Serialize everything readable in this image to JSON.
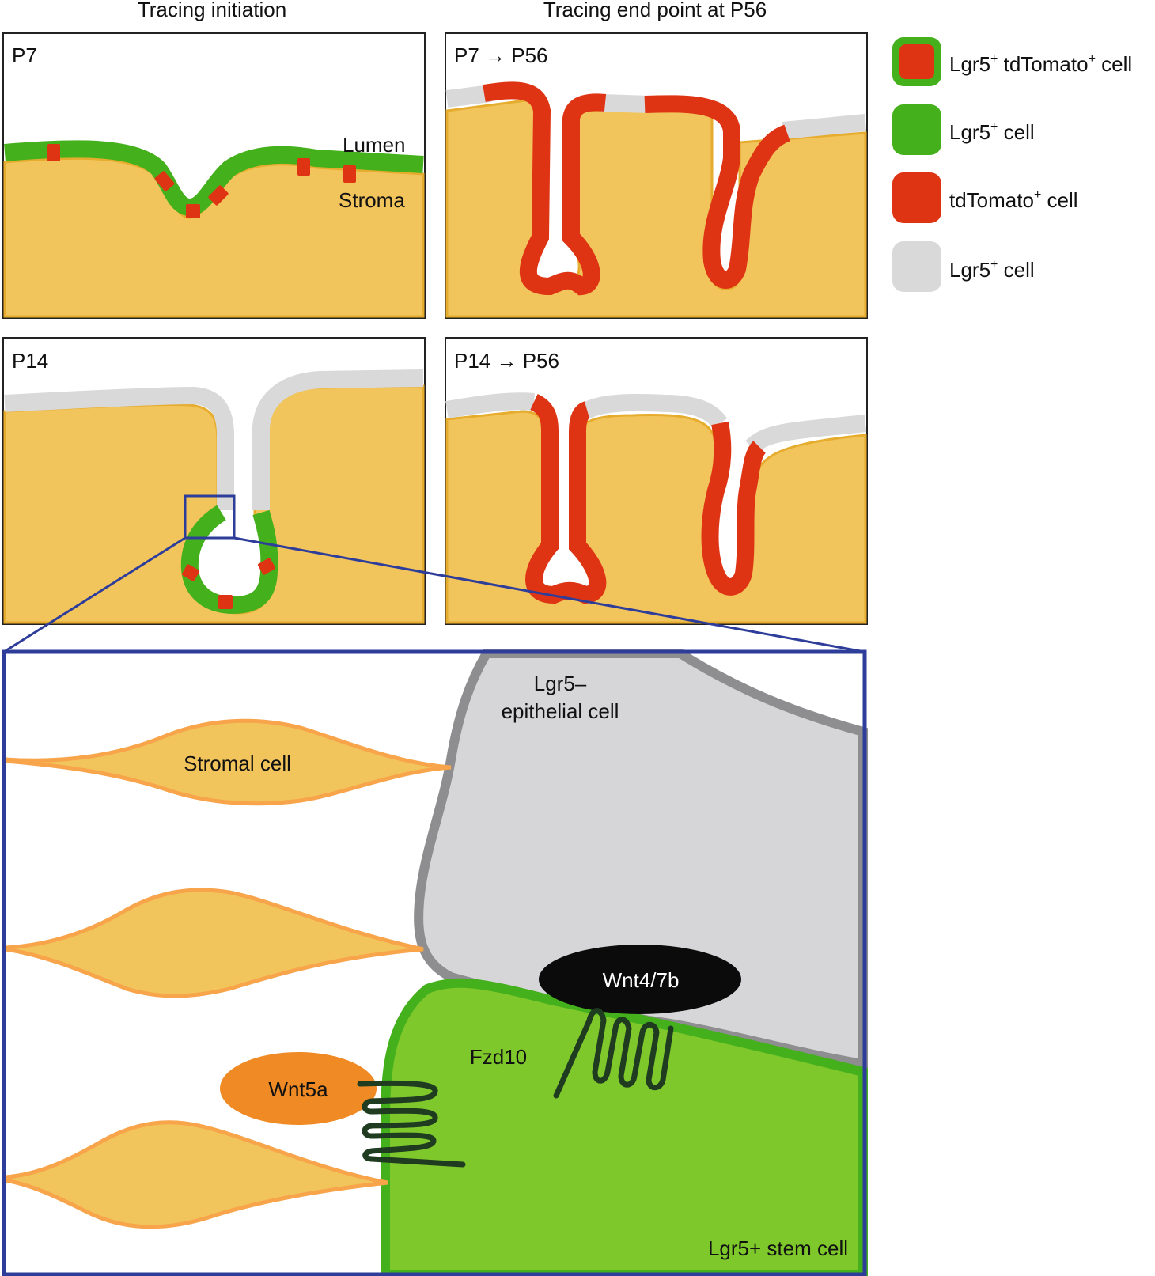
{
  "headers": {
    "left": "Tracing initiation",
    "right": "Tracing end point at P56"
  },
  "panels": {
    "p7": {
      "label": "P7",
      "lumen": "Lumen",
      "stroma": "Stroma"
    },
    "p7_p56": {
      "label": "P7 → P56"
    },
    "p14": {
      "label": "P14"
    },
    "p14_p56": {
      "label": "P14 → P56"
    }
  },
  "legend": [
    {
      "swatch": "green-red",
      "main": "Lgr5",
      "sup1": "+",
      "mid": " tdTomato",
      "sup2": "+",
      "tail": " cell"
    },
    {
      "swatch": "green",
      "main": "Lgr5",
      "sup1": "+",
      "tail": " cell"
    },
    {
      "swatch": "red",
      "main": "tdTomato",
      "sup1": "+",
      "tail": " cell"
    },
    {
      "swatch": "gray",
      "main": "Lgr5",
      "sup1": "+",
      "tail": " cell"
    }
  ],
  "zoom": {
    "epithelial_line1": "Lgr5–",
    "epithelial_line2": "epithelial cell",
    "stromal_cell": "Stromal cell",
    "wnt4_7b": "Wnt4/7b",
    "wnt5a": "Wnt5a",
    "fzd10": "Fzd10",
    "stem_cell": "Lgr5+ stem cell"
  },
  "colors": {
    "stroma": "#f2c55c",
    "stroma_border": "#e6ac2e",
    "lgr5_green": "#44b01c",
    "stem_fill": "#7ec82c",
    "tdtomato_red": "#df3414",
    "lgr5_neg_gray": "#d9d9d9",
    "epithelial_fill": "#d6d5d7",
    "epithelial_border": "#8e8e90",
    "zoom_frame": "#2e3d9a",
    "stromal_line": "#f7a44a",
    "wnt5a_orange": "#f08a24",
    "wnt4_black": "#0b0b0b",
    "receptor_dark": "#1f3b20"
  }
}
